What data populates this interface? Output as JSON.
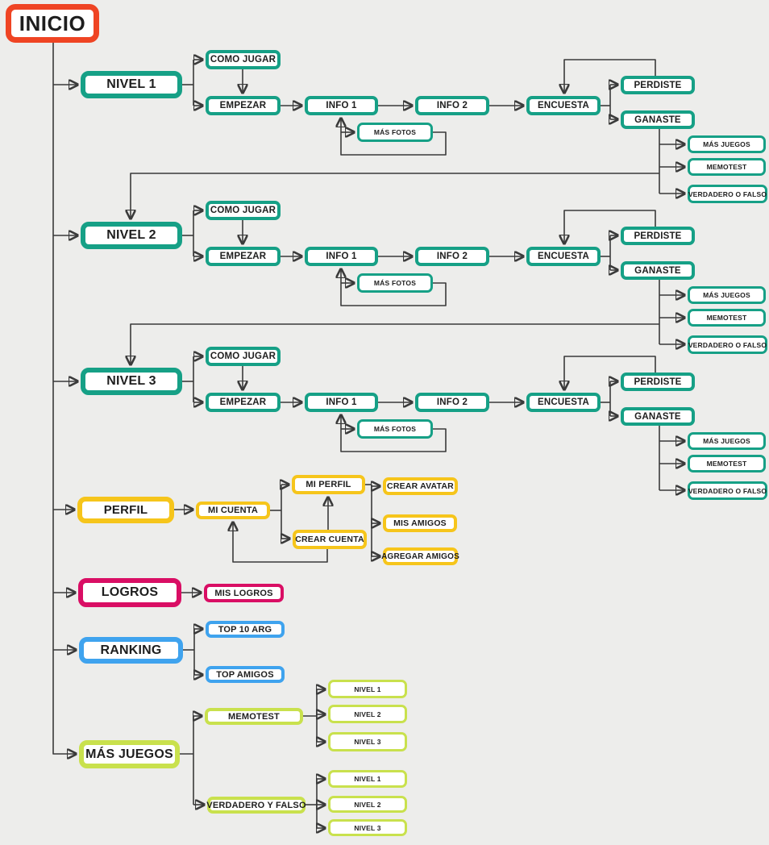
{
  "page": {
    "background": "#EDEDEB"
  },
  "palette": {
    "inicio": "#EF4423",
    "niveles": "#16A086",
    "perfil": "#F6C51B",
    "logros": "#D90E64",
    "ranking": "#3FA3EE",
    "mas_juegos": "#C9E14D",
    "connector": "#3A3A3A"
  },
  "inicio": {
    "label": "INICIO"
  },
  "rows": [
    {
      "level": "NIVEL 1",
      "como_jugar": "COMO JUGAR",
      "empezar": "EMPEZAR",
      "info1": "INFO 1",
      "info2": "INFO 2",
      "mas_fotos": "MÁS FOTOS",
      "encuesta": "ENCUESTA",
      "perdiste": "PERDISTE",
      "ganaste": "GANASTE",
      "sub": [
        "MÁS JUEGOS",
        "MEMOTEST",
        "VERDADERO O FALSO"
      ]
    },
    {
      "level": "NIVEL 2",
      "como_jugar": "COMO JUGAR",
      "empezar": "EMPEZAR",
      "info1": "INFO 1",
      "info2": "INFO 2",
      "mas_fotos": "MÁS FOTOS",
      "encuesta": "ENCUESTA",
      "perdiste": "PERDISTE",
      "ganaste": "GANASTE",
      "sub": [
        "MÁS JUEGOS",
        "MEMOTEST",
        "VERDADERO O FALSO"
      ]
    },
    {
      "level": "NIVEL 3",
      "como_jugar": "COMO JUGAR",
      "empezar": "EMPEZAR",
      "info1": "INFO 1",
      "info2": "INFO 2",
      "mas_fotos": "MÁS FOTOS",
      "encuesta": "ENCUESTA",
      "perdiste": "PERDISTE",
      "ganaste": "GANASTE",
      "sub": [
        "MÁS JUEGOS",
        "MEMOTEST",
        "VERDADERO O FALSO"
      ]
    }
  ],
  "perfil": {
    "label": "PERFIL",
    "mi_cuenta": "MI CUENTA",
    "mi_perfil": "MI PERFIL",
    "crear_cuenta": "CREAR CUENTA",
    "crear_avatar": "CREAR AVATAR",
    "mis_amigos": "MIS AMIGOS",
    "agregar_amigos": "AGREGAR AMIGOS"
  },
  "logros": {
    "label": "LOGROS",
    "mis_logros": "MIS LOGROS"
  },
  "ranking": {
    "label": "RANKING",
    "top_10_arg": "TOP 10 ARG",
    "top_amigos": "TOP AMIGOS"
  },
  "mas_juegos": {
    "label": "MÁS JUEGOS",
    "memotest": "MEMOTEST",
    "verdadero_y_falso": "VERDADERO Y FALSO",
    "niveles": [
      "NIVEL 1",
      "NIVEL 2",
      "NIVEL 3"
    ]
  }
}
